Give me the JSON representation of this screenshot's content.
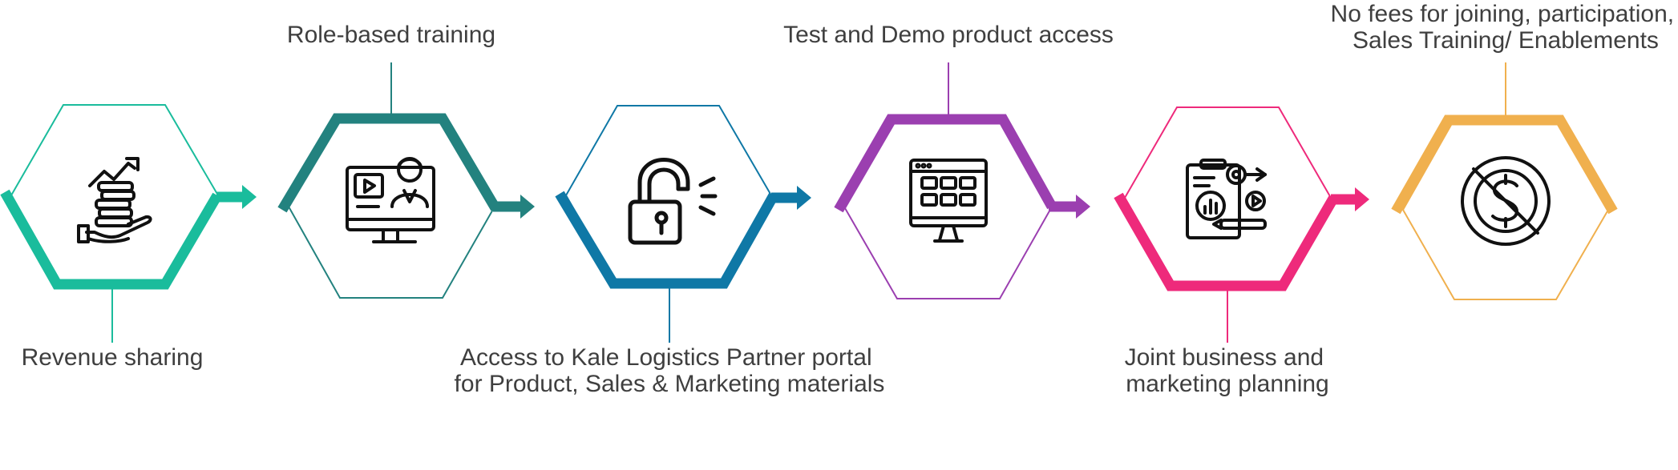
{
  "steps": [
    {
      "id": "revenue-sharing",
      "color": "#1abc9c",
      "icon": "revenue-growth-icon",
      "label_lines": [
        "Revenue  sharing"
      ],
      "label_position": "bottom"
    },
    {
      "id": "role-based-training",
      "color": "#23827f",
      "icon": "online-training-icon",
      "label_lines": [
        "Role-based training"
      ],
      "label_position": "top"
    },
    {
      "id": "partner-portal-access",
      "color": "#0f78a6",
      "icon": "unlocked-padlock-icon",
      "label_lines": [
        "Access to Kale Logistics Partner portal",
        "for Product, Sales & Marketing materials"
      ],
      "label_position": "bottom"
    },
    {
      "id": "test-demo-access",
      "color": "#9b3fb0",
      "icon": "dashboard-monitor-icon",
      "label_lines": [
        "Test and Demo product access"
      ],
      "label_position": "top"
    },
    {
      "id": "joint-planning",
      "color": "#ee2a7b",
      "icon": "business-planning-icon",
      "label_lines": [
        "Joint business and",
        "marketing planning"
      ],
      "label_position": "bottom"
    },
    {
      "id": "no-fees",
      "color": "#f0b04e",
      "icon": "no-fees-icon",
      "label_lines": [
        "No fees for joining, participation,",
        "Sales Training/ Enablements"
      ],
      "label_position": "top"
    }
  ]
}
